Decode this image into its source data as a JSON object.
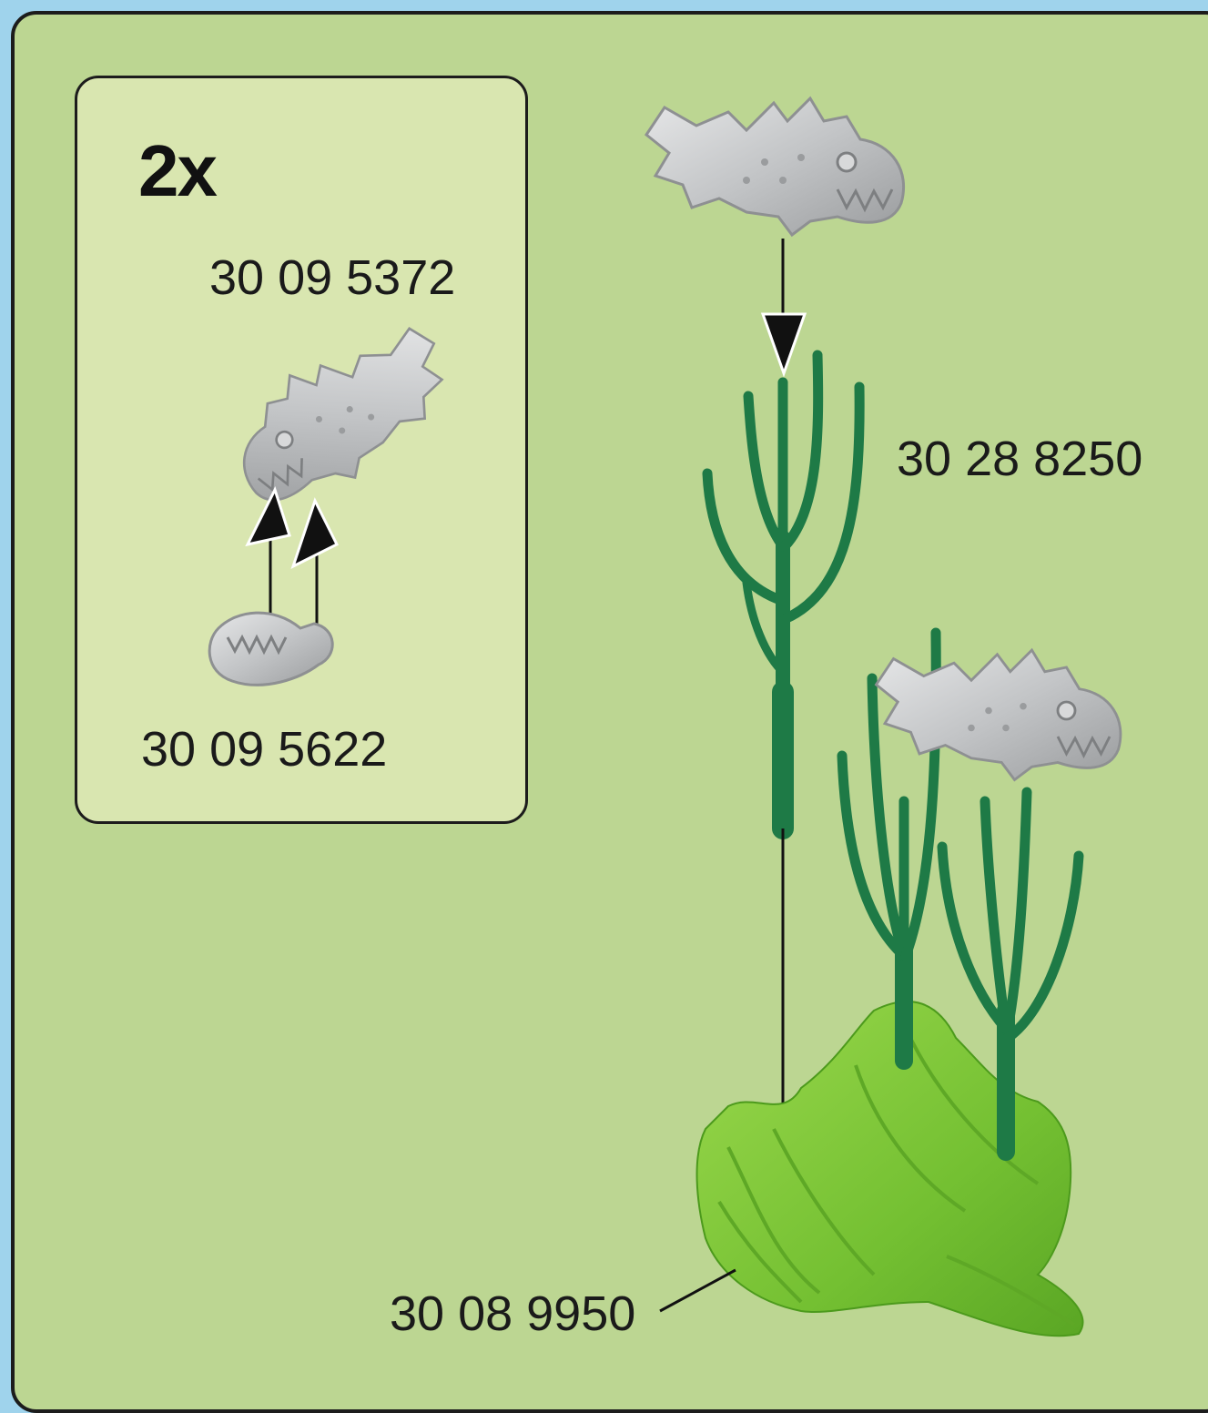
{
  "step": {
    "quantity": "2x"
  },
  "parts": {
    "fish_body": "30 09 5372",
    "fish_jaw": "30 09 5622",
    "plant": "30 28 8250",
    "rock_base": "30 08 9950"
  },
  "colors": {
    "background": "#bcd692",
    "inset_background": "#d9e6b0",
    "plant_green": "#1e7a46",
    "rock_green": "#7ec63a",
    "fish_silver": "#c4c6c8",
    "outer_frame": "#9fd3ec"
  },
  "icons": [
    "fish-body-icon",
    "fish-jaw-icon",
    "plant-icon",
    "rock-base-icon",
    "arrow-icon"
  ]
}
